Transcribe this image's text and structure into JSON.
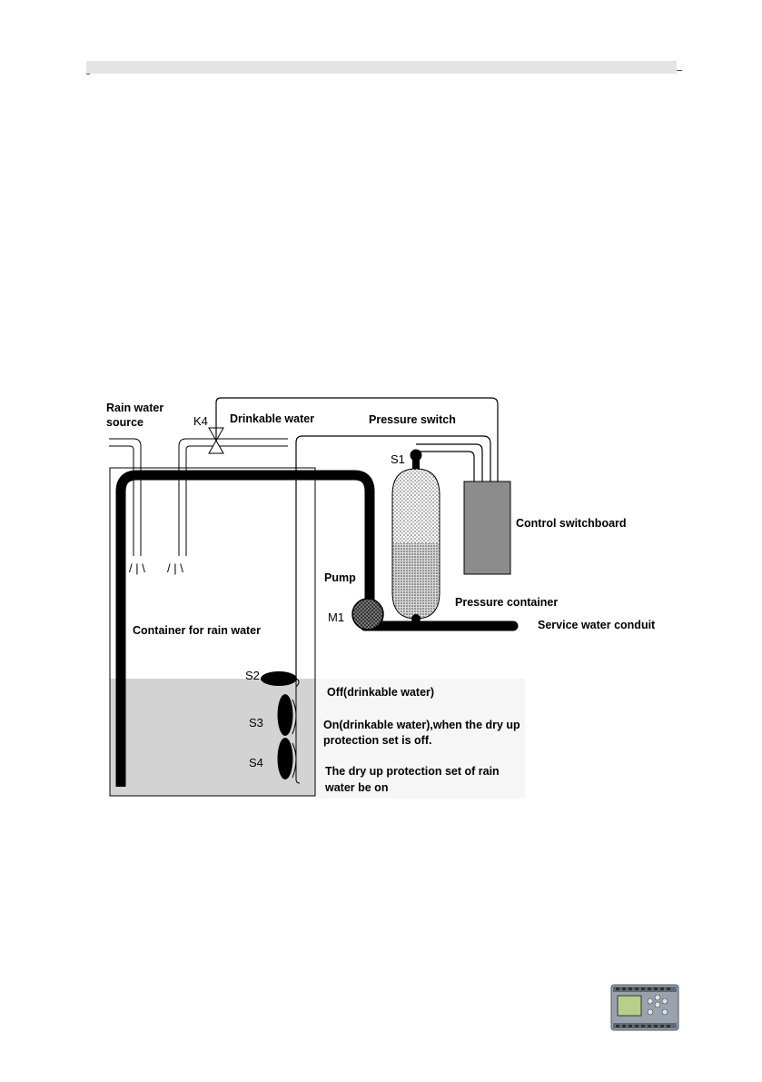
{
  "labels": {
    "rain_water_source": [
      "Rain water",
      "source"
    ],
    "k4": "K4",
    "drinkable_water": "Drinkable water",
    "pressure_switch": "Pressure switch",
    "s1": "S1",
    "control_switchboard": "Control switchboard",
    "pump": "Pump",
    "m1": "M1",
    "pressure_container": "Pressure container",
    "service_water_conduit": "Service water conduit",
    "container_for_rain_water": "Container for rain water",
    "s2": "S2",
    "s3": "S3",
    "s4": "S4",
    "off_drinkable": "Off(drinkable water)",
    "on_drinkable": [
      "On(drinkable water),when the dry up",
      "protection set is off."
    ],
    "dry_up_on": [
      "The dry up protection set of rain",
      "water be on"
    ]
  },
  "colors": {
    "water": "#d3d3d3",
    "switchboard": "#8c8c8c",
    "pipe": "#000000"
  },
  "icons": {
    "footer_logo": "plc-controller-icon"
  }
}
